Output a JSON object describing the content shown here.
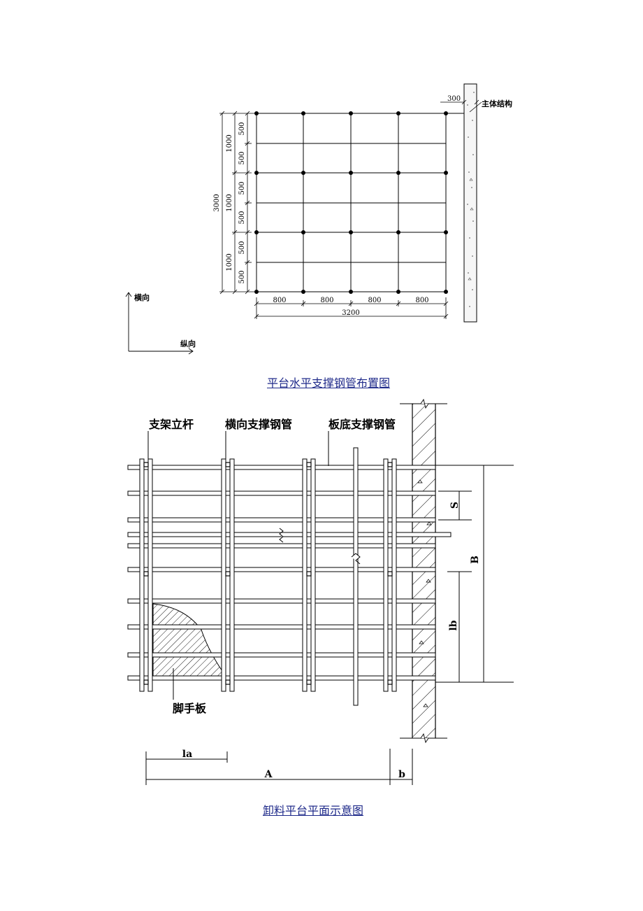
{
  "diagram1": {
    "caption": "平台水平支撑钢管布置图",
    "structure_label": "主体结构",
    "wall_dim": "300",
    "row_dims": [
      "500",
      "500",
      "500",
      "500",
      "500",
      "500"
    ],
    "pair_dims": [
      "1000",
      "1000",
      "1000"
    ],
    "total_height": "3000",
    "col_dims": [
      "800",
      "800",
      "800",
      "800"
    ],
    "total_width": "3200",
    "axis_transverse": "横向",
    "axis_longitudinal": "纵向"
  },
  "diagram2": {
    "caption": "卸料平台平面示意图",
    "label_upright": "支架立杆",
    "label_transverse_tube": "横向支撑钢管",
    "label_bottom_tube": "板底支撑钢管",
    "label_scaffold_board": "脚手板",
    "dim_la": "la",
    "dim_A": "A",
    "dim_b": "b",
    "dim_S": "S",
    "dim_B": "B",
    "dim_lb": "lb"
  }
}
